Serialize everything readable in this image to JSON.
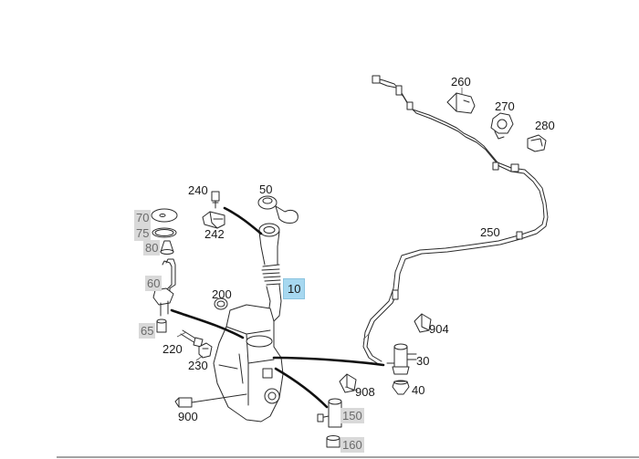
{
  "labels": {
    "p10": "10",
    "p30": "30",
    "p40": "40",
    "p50": "50",
    "p60": "60",
    "p65": "65",
    "p70": "70",
    "p75": "75",
    "p80": "80",
    "p150": "150",
    "p160": "160",
    "p200": "200",
    "p220": "220",
    "p230": "230",
    "p240": "240",
    "p242": "242",
    "p250": "250",
    "p260": "260",
    "p270": "270",
    "p280": "280",
    "p900": "900",
    "p904": "904",
    "p908": "908"
  },
  "colors": {
    "highlight": "#a7d8f0",
    "inactive_bg": "#d9d9d9",
    "inactive_text": "#6b6b6b",
    "line": "#2a2a2a"
  }
}
